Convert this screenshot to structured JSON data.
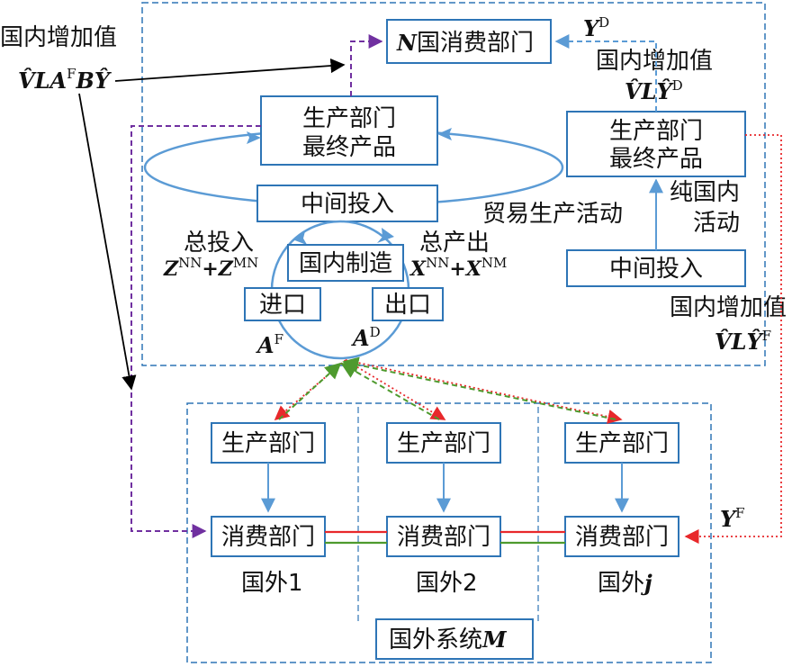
{
  "top_left": {
    "label": "国内增加值",
    "formula_lead": "V̂LA",
    "formula_sup": "F",
    "formula_tail": "BŶ"
  },
  "domestic": {
    "consumption_italic": "N",
    "consumption_text": "国消费部门",
    "yd_letter": "Y",
    "yd_sup": "D",
    "va_right_label": "国内增加值",
    "va_right_formula": "V̂LŶ",
    "va_right_sup": "D",
    "prod_final_line1": "生产部门",
    "prod_final_line2": "最终产品",
    "intermediate": "中间投入",
    "trade_activity": "贸易生产活动",
    "pure_line1": "纯国内",
    "pure_line2": "活动",
    "right_prod_line1": "生产部门",
    "right_prod_line2": "最终产品",
    "right_intermediate": "中间投入",
    "total_input_label": "总投入",
    "total_input_z1": "Z",
    "total_input_z1_sup": "NN",
    "total_input_plus": "+",
    "total_input_z2": "Z",
    "total_input_z2_sup": "MN",
    "domestic_mfg": "国内制造",
    "total_output_label": "总产出",
    "total_output_x1": "X",
    "total_output_x1_sup": "NN",
    "total_output_plus": "+",
    "total_output_x2": "X",
    "total_output_x2_sup": "NM",
    "import": "进口",
    "export": "出口",
    "af_letter": "A",
    "af_sup": "F",
    "ad_letter": "A",
    "ad_sup": "D",
    "va_f_label": "国内增加值",
    "va_f_formula": "V̂LŶ",
    "va_f_sup": "F"
  },
  "foreign": {
    "system_label_text": "国外系统",
    "system_label_italic": "M",
    "yf_letter": "Y",
    "yf_sup": "F",
    "countries": [
      {
        "production": "生产部门",
        "consumption": "消费部门",
        "name": "国外1"
      },
      {
        "production": "生产部门",
        "consumption": "消费部门",
        "name": "国外2"
      },
      {
        "production": "生产部门",
        "consumption": "消费部门",
        "name_text": "国外",
        "name_italic": "j"
      }
    ]
  },
  "colors": {
    "box_border": "#2e75b6",
    "blue_arrow": "#5b9bd5",
    "purple_dashed": "#7030a0",
    "red_dotted": "#e8282b",
    "green_dashed": "#4e9a2e",
    "black_arrow": "#000000"
  }
}
